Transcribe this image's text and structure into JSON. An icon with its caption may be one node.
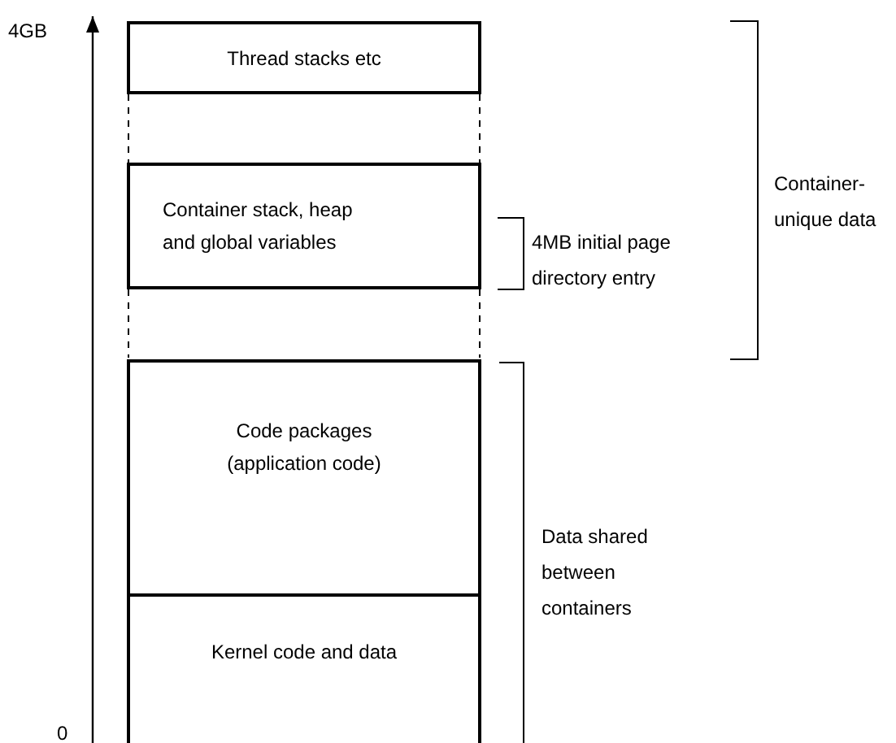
{
  "diagram": {
    "nodes": [
      {
        "text": [
          "Thread stacks etc"
        ]
      },
      {
        "text": [
          "Container stack, heap and global variables"
        ]
      },
      {
        "text": [
          "Code packages (application code)"
        ]
      },
      {
        "text": [
          "Kernel code and data"
        ]
      }
    ],
    "edges": [],
    "labels": [
      "4GB",
      "Container-unique data",
      "4MB initial page directory entry",
      "Data shared between containers",
      "0"
    ]
  }
}
